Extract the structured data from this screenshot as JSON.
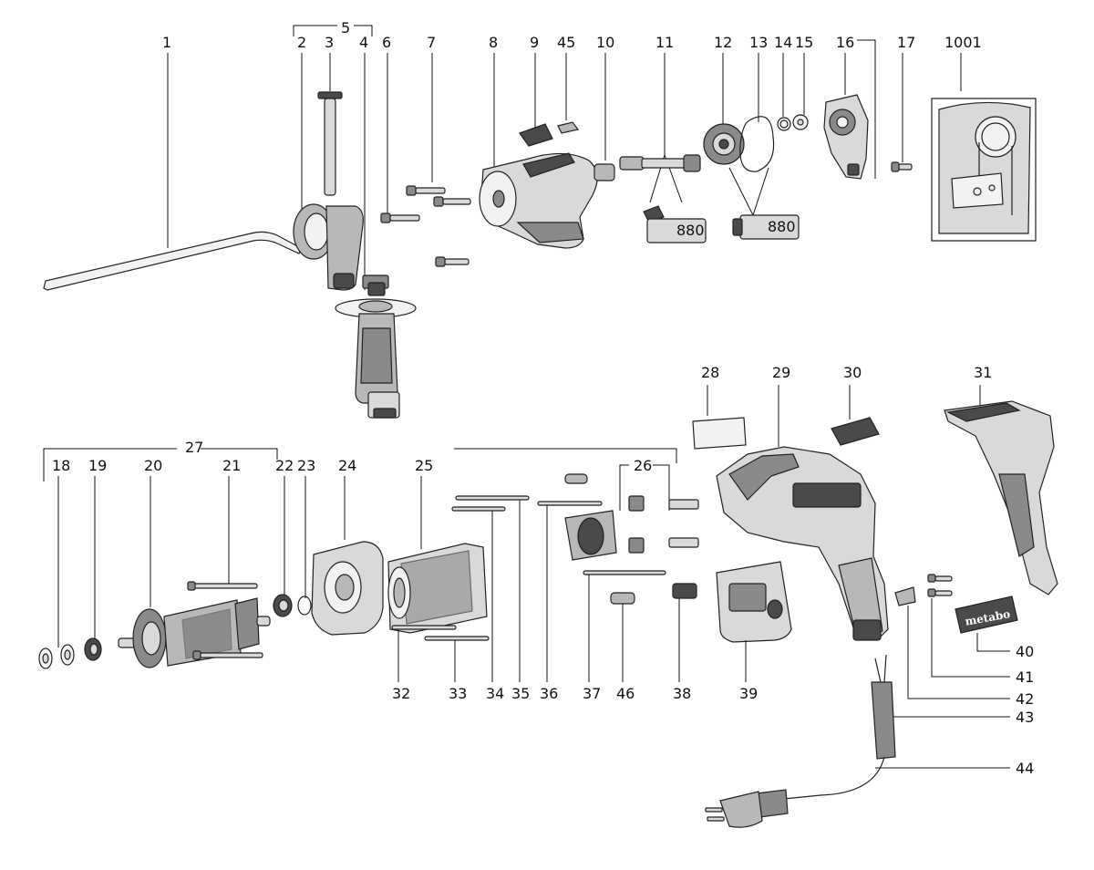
{
  "labels": {
    "l1": "1",
    "l2": "2",
    "l3": "3",
    "l4": "4",
    "l5": "5",
    "l6": "6",
    "l7": "7",
    "l8": "8",
    "l9": "9",
    "l45": "45",
    "l10": "10",
    "l11": "11",
    "l12": "12",
    "l13": "13",
    "l14": "14",
    "l15": "15",
    "l16": "16",
    "l17": "17",
    "l1001": "1001",
    "l27": "27",
    "l18": "18",
    "l19": "19",
    "l20": "20",
    "l21": "21",
    "l22": "22",
    "l23": "23",
    "l24": "24",
    "l25": "25",
    "l26": "26",
    "l28": "28",
    "l29": "29",
    "l30": "30",
    "l31": "31",
    "l32": "32",
    "l33": "33",
    "l34": "34",
    "l35": "35",
    "l36": "36",
    "l37": "37",
    "l46": "46",
    "l38": "38",
    "l39": "39",
    "l40": "40",
    "l41": "41",
    "l42": "42",
    "l43": "43",
    "l44": "44"
  },
  "tube_text": "880",
  "brand_text": "metabo"
}
